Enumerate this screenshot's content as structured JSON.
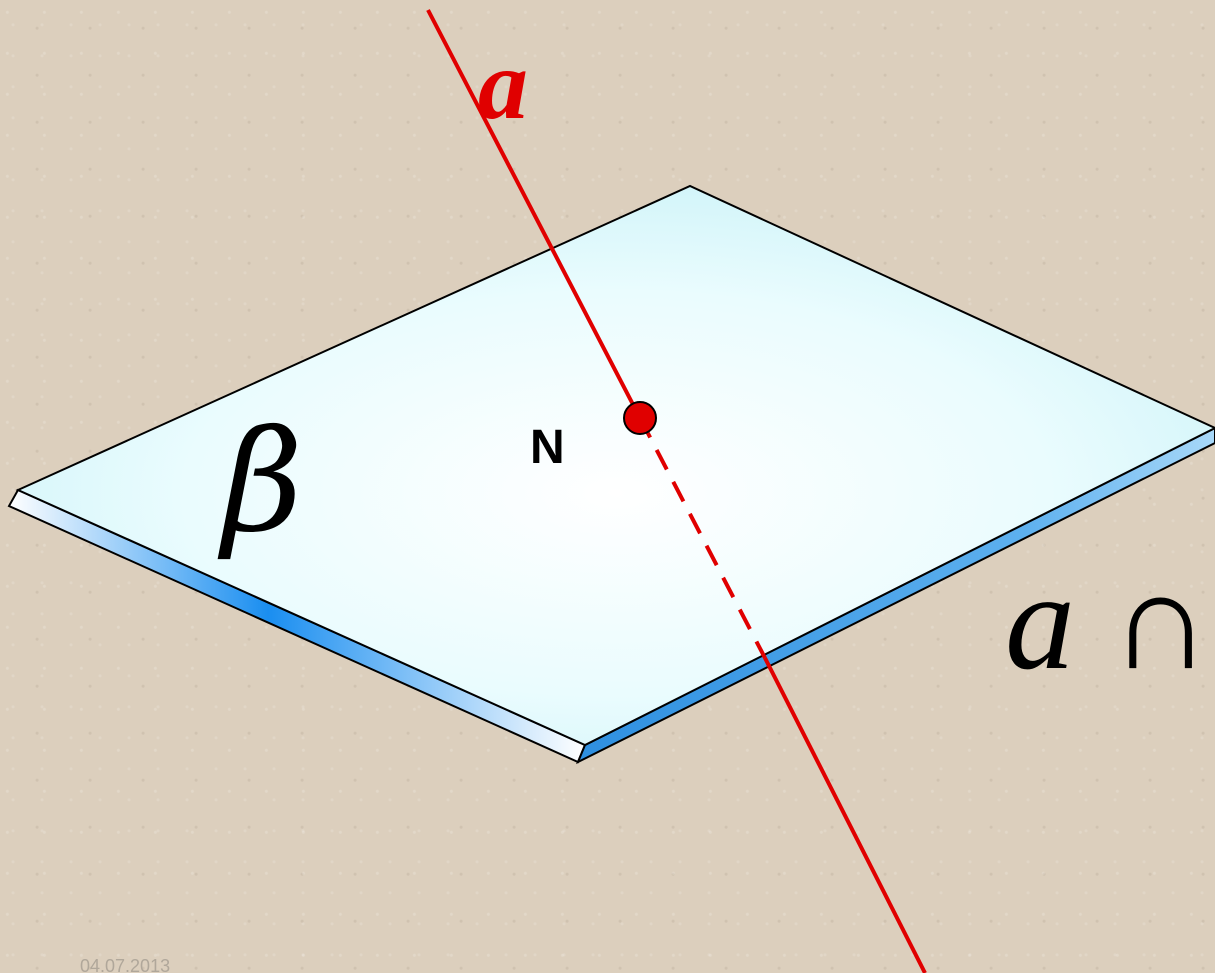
{
  "diagram": {
    "line_label": "a",
    "plane_label": "β",
    "point_label": "N",
    "formula_visible": "a ∩"
  },
  "footer": {
    "date": "04.07.2013"
  },
  "colors": {
    "line": "#e00000",
    "plane_fill": "#e8fbfd",
    "plane_edge": "#3a8fe0",
    "point": "#e00000"
  }
}
